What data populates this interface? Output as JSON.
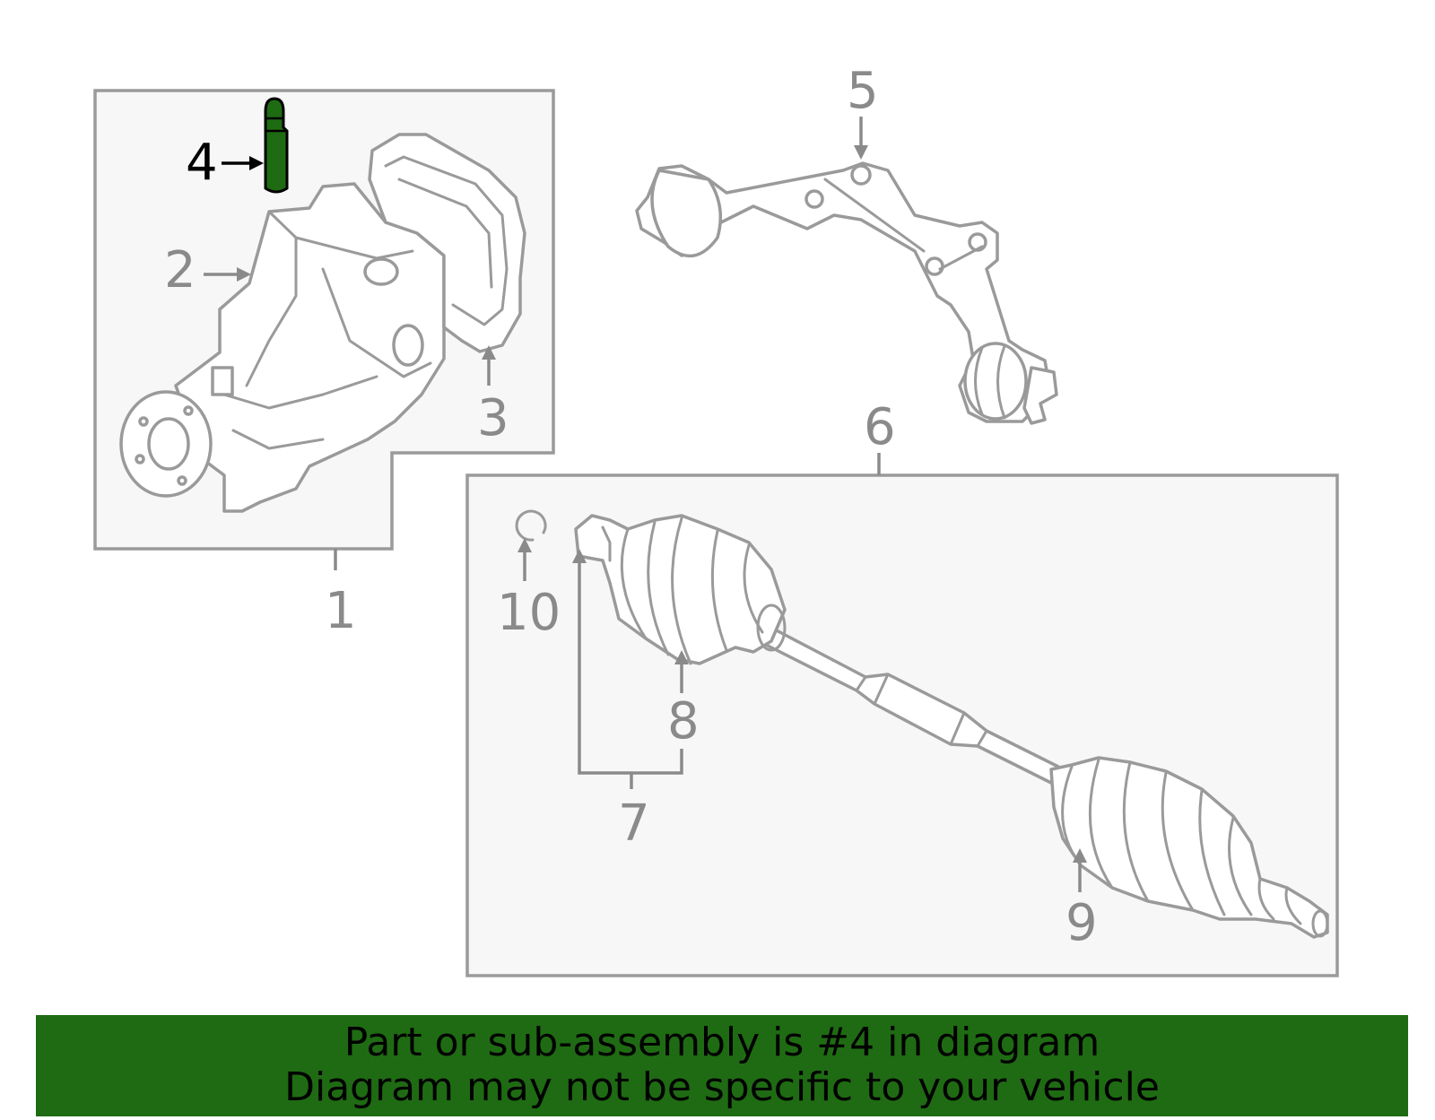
{
  "callouts": {
    "c1": "1",
    "c2": "2",
    "c3": "3",
    "c4": "4",
    "c5": "5",
    "c6": "6",
    "c7": "7",
    "c8": "8",
    "c9": "9",
    "c10": "10"
  },
  "highlighted_part": "4",
  "colors": {
    "highlight": "#1f6b13",
    "line": "#9a9a9a",
    "frame_fill": "#f7f7f7"
  },
  "banner": {
    "line1": "Part or sub-assembly is #4 in diagram",
    "line2": "Diagram may not be specific to your vehicle"
  }
}
